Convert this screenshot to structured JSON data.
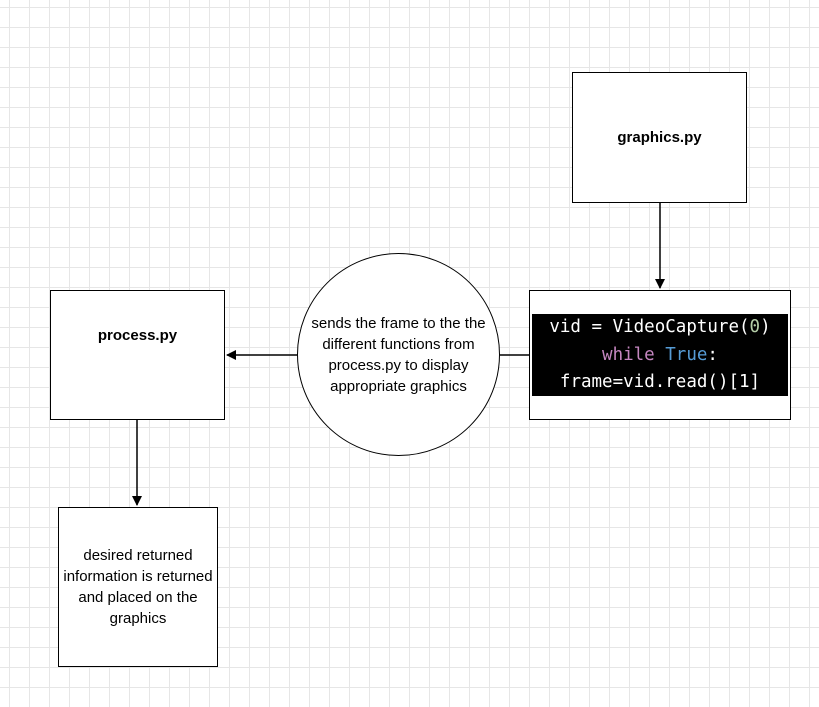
{
  "nodes": {
    "graphics": {
      "label": "graphics.py"
    },
    "process": {
      "label": "process.py"
    },
    "info": {
      "text": "desired returned information is returned and placed on the graphics"
    },
    "note": {
      "text": "sends the frame to the the different functions from process.py to display appropriate graphics"
    },
    "code": {
      "line1_prefix": "vid = VideoCapture(",
      "line1_number": "0",
      "line1_suffix": ")",
      "line2_keyword": "while",
      "line2_space": " ",
      "line2_bool": "True",
      "line2_suffix": ":",
      "line3": "frame=vid.read()[1]"
    }
  },
  "edges": [
    {
      "from": "graphics",
      "to": "code"
    },
    {
      "from": "code",
      "to": "process",
      "via": "note"
    },
    {
      "from": "process",
      "to": "info"
    }
  ],
  "colors": {
    "grid": "#e6e6e6",
    "code_bg": "#000000",
    "code_text": "#ffffff",
    "keyword": "#c586c0",
    "bool": "#569cd6",
    "number": "#b5cea8"
  }
}
